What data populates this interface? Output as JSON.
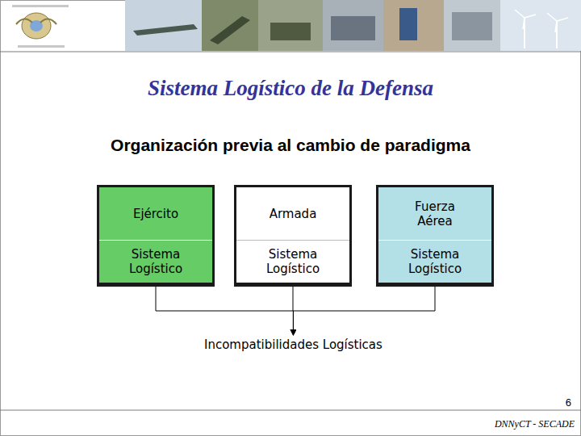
{
  "diagram": {
    "title": "Sistema Logístico de la Defensa",
    "nodes": [
      {
        "text": [
          "Ejército",
          "Sistema Logístico"
        ]
      },
      {
        "text": [
          "Armada",
          "Sistema Logístico"
        ]
      },
      {
        "text": [
          "Fuerza Aérea",
          "Sistema Logístico"
        ]
      },
      {
        "text": [
          "Incompatibilidades Logísticas"
        ]
      }
    ],
    "edges": [
      {
        "from": 0,
        "to": 3,
        "arrow": "to"
      },
      {
        "from": 1,
        "to": 3,
        "arrow": "to"
      },
      {
        "from": 2,
        "to": 3,
        "arrow": "to"
      }
    ],
    "labels": [
      "Organización previa al cambio de paradigma",
      "6",
      "DNNyCT - SECADE"
    ]
  }
}
